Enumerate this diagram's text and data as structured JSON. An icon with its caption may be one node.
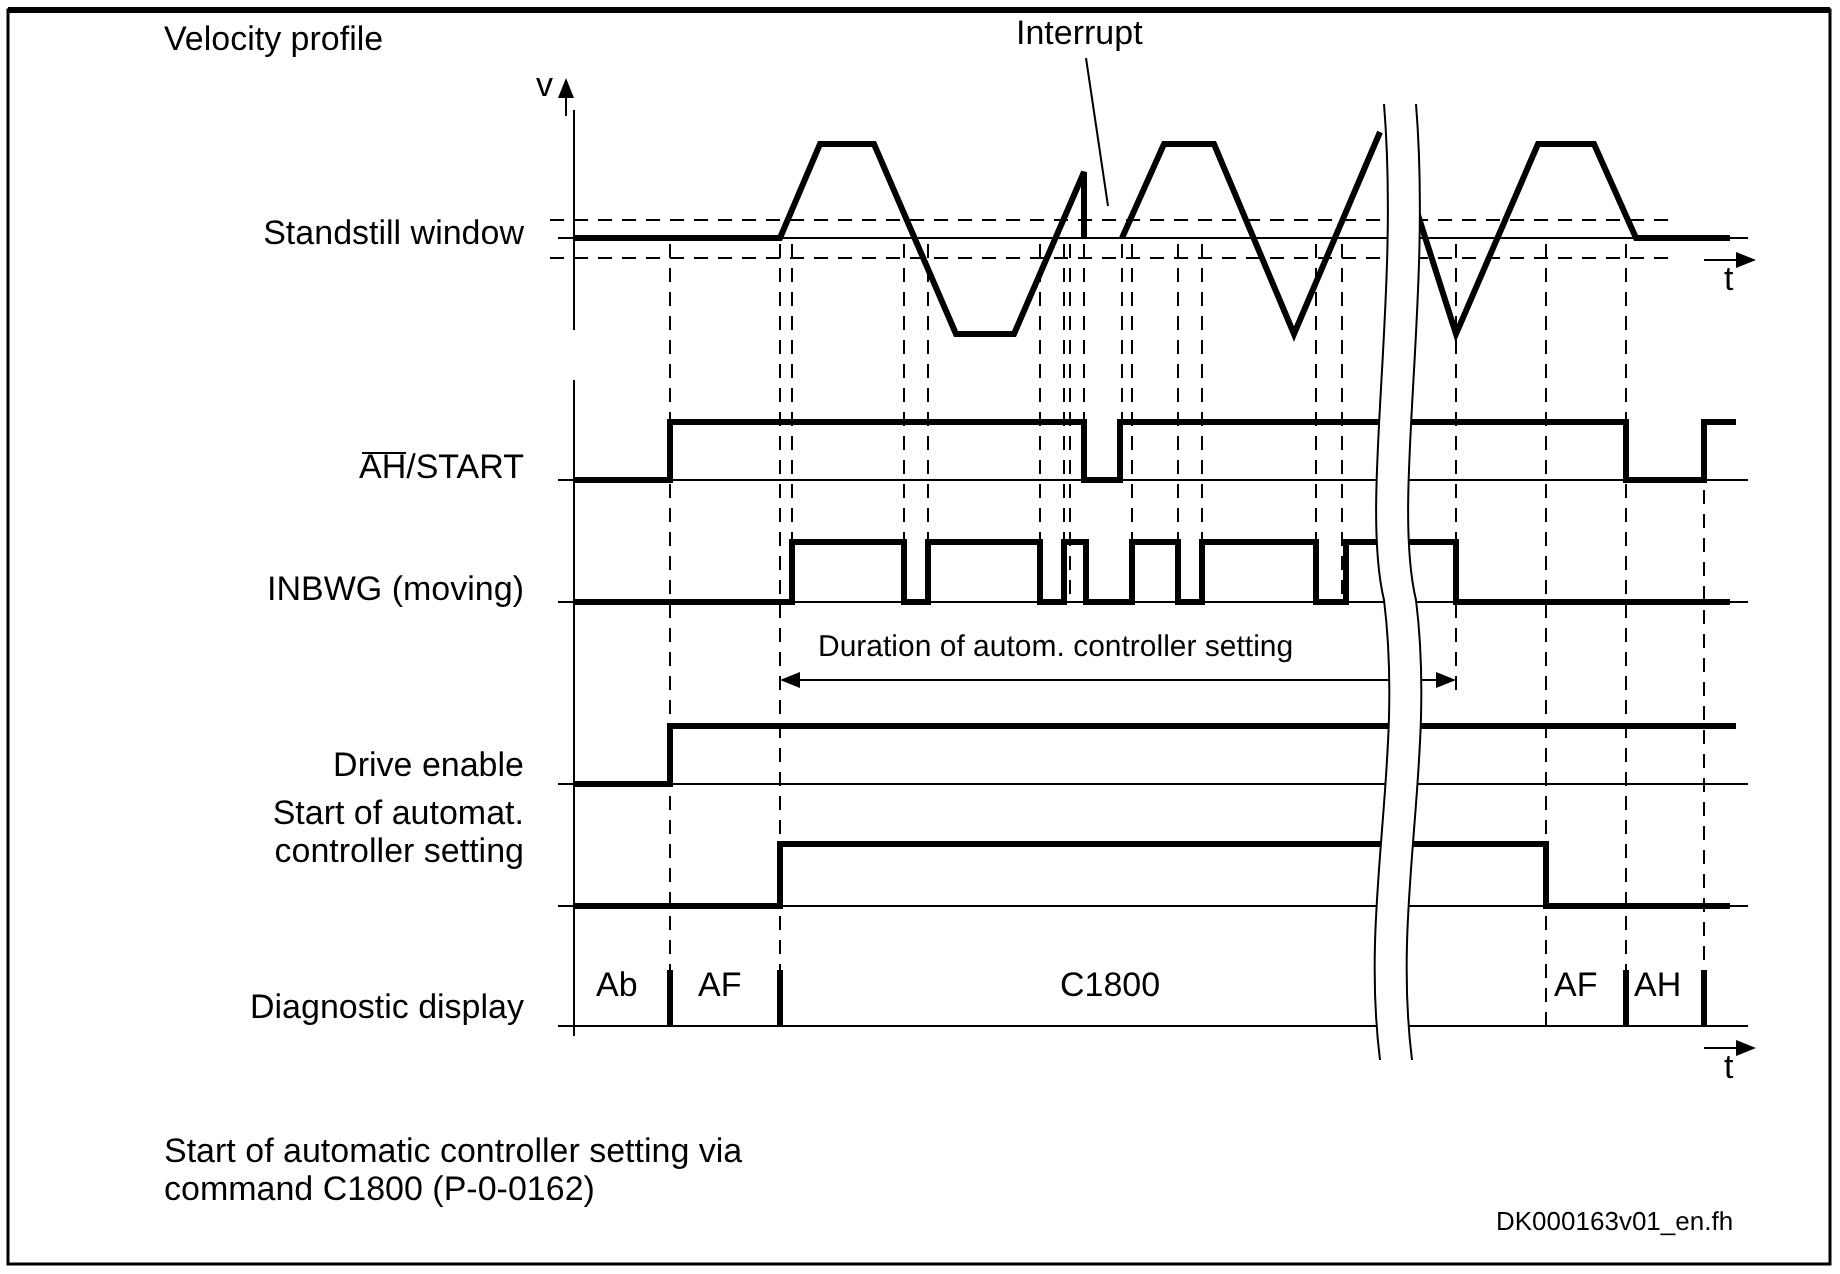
{
  "diagram": {
    "caption": "Start of automatic controller setting via command C1800 (P-0-0162)",
    "nodes": [
      {
        "text": [
          "Interrupt"
        ]
      },
      {
        "text": [],
        "shape": "picture"
      }
    ],
    "edges": [
      {
        "from": 0,
        "to": 1,
        "arrow": "none"
      }
    ],
    "labels": [
      "Velocity profile",
      "v",
      "Standstill window",
      "t",
      "AH/START",
      "INBWG (moving)",
      "Duration of autom. controller setting",
      "Drive enable",
      "Start of automat. controller setting",
      "Diagnostic display",
      "Ab",
      "AF",
      "C1800",
      "AF",
      "AH",
      "t",
      "DK000163v01_en.fh"
    ]
  }
}
